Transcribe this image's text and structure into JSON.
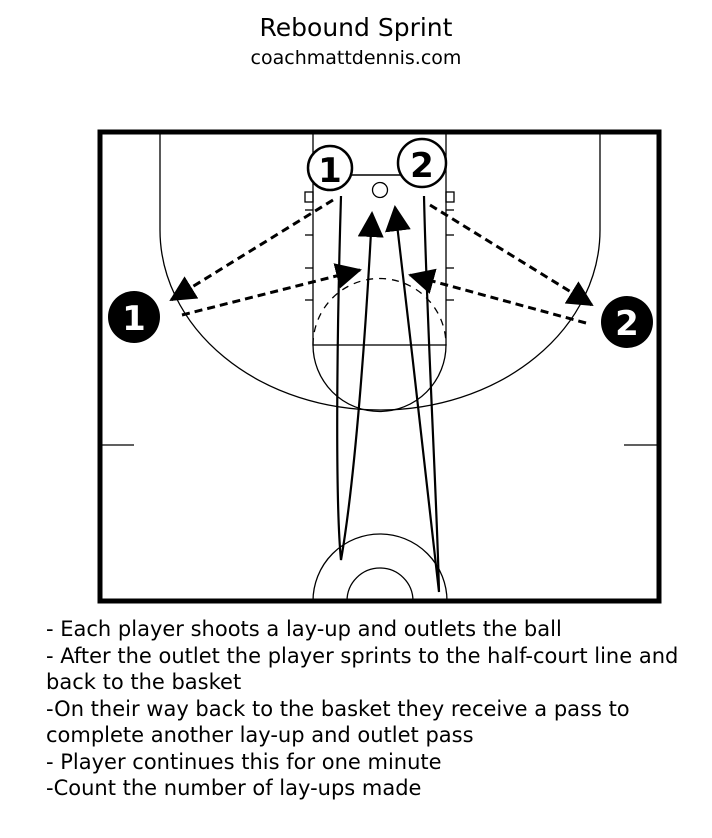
{
  "header": {
    "title": "Rebound Sprint",
    "website": "coachmattdennis.com"
  },
  "players": {
    "shooter_1": "1",
    "shooter_2": "2",
    "passer_1": "1",
    "passer_2": "2"
  },
  "instructions": [
    "- Each player shoots a lay-up and outlets the ball",
    "- After the outlet the player sprints to the half-court line and back to the basket",
    "-On their way back to the basket they receive a pass to complete another lay-up and outlet pass",
    "- Player continues this for one minute",
    "-Count the number of lay-ups made"
  ]
}
